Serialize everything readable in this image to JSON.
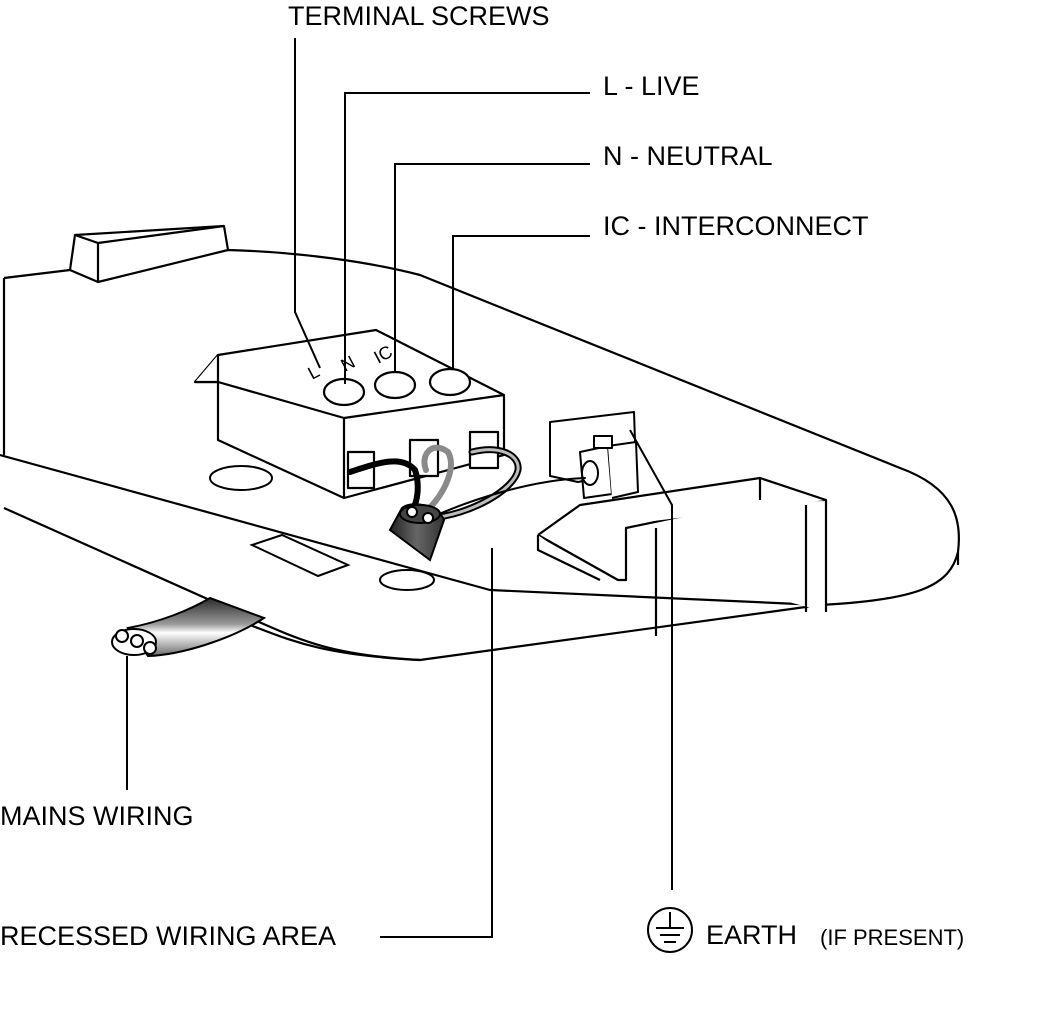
{
  "labels": {
    "terminal_screws": "TERMINAL SCREWS",
    "live": "L - LIVE",
    "neutral": "N - NEUTRAL",
    "interconnect": "IC - INTERCONNECT",
    "mains_wiring": "MAINS WIRING",
    "recessed_wiring_area": "RECESSED WIRING AREA",
    "earth": "EARTH",
    "earth_note": "(IF PRESENT)"
  },
  "terminal_block_marks": [
    "L",
    "N",
    "IC"
  ],
  "colors": {
    "line": "#000000",
    "background": "#ffffff",
    "wire_grey": "#8a8a8a",
    "cable_dark": "#444444"
  },
  "icons": [
    "earth-ground-icon"
  ]
}
